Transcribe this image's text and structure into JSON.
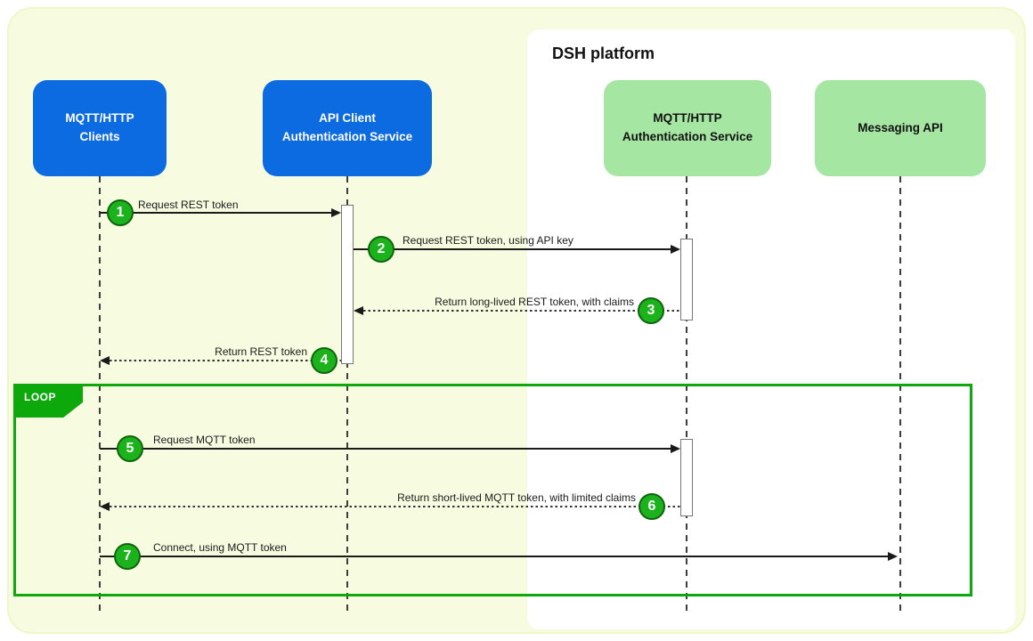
{
  "diagram": {
    "panel_title": "DSH platform",
    "loop_label": "LOOP",
    "actors": [
      {
        "id": "mqtt-http-clients",
        "label": "MQTT/HTTP\nClients",
        "group": "client"
      },
      {
        "id": "api-client-auth-service",
        "label": "API Client\nAuthentication Service",
        "group": "client"
      },
      {
        "id": "mqtt-http-auth-service",
        "label": "MQTT/HTTP\nAuthentication Service",
        "group": "platform"
      },
      {
        "id": "messaging-api",
        "label": "Messaging API",
        "group": "platform"
      }
    ],
    "messages": [
      {
        "num": "1",
        "text": "Request REST token",
        "kind": "solid",
        "from": "mqtt-http-clients",
        "to": "api-client-auth-service"
      },
      {
        "num": "2",
        "text": "Request REST token, using API key",
        "kind": "solid",
        "from": "api-client-auth-service",
        "to": "mqtt-http-auth-service"
      },
      {
        "num": "3",
        "text": "Return long-lived REST token, with claims",
        "kind": "dashed",
        "from": "mqtt-http-auth-service",
        "to": "api-client-auth-service"
      },
      {
        "num": "4",
        "text": "Return REST token",
        "kind": "dashed",
        "from": "api-client-auth-service",
        "to": "mqtt-http-clients"
      },
      {
        "num": "5",
        "text": "Request MQTT token",
        "kind": "solid",
        "from": "mqtt-http-clients",
        "to": "mqtt-http-auth-service"
      },
      {
        "num": "6",
        "text": "Return short-lived MQTT token, with limited claims",
        "kind": "dashed",
        "from": "mqtt-http-auth-service",
        "to": "mqtt-http-clients"
      },
      {
        "num": "7",
        "text": "Connect, using MQTT token",
        "kind": "solid",
        "from": "mqtt-http-clients",
        "to": "messaging-api"
      }
    ],
    "colors": {
      "canvas-bg": "#f7fce0",
      "canvas-border": "#eef8c6",
      "panel-bg": "#ffffff",
      "client-box": "#0d6be1",
      "client-text": "#ffffff",
      "platform-box": "#a5e7a2",
      "platform-text": "#111111",
      "badge-green": "#1cb21c",
      "badge-border": "#0e630e",
      "loop-green": "#0ca80c",
      "line-color": "#1a1a1a",
      "lifeline-color": "#3d3d3d"
    }
  }
}
